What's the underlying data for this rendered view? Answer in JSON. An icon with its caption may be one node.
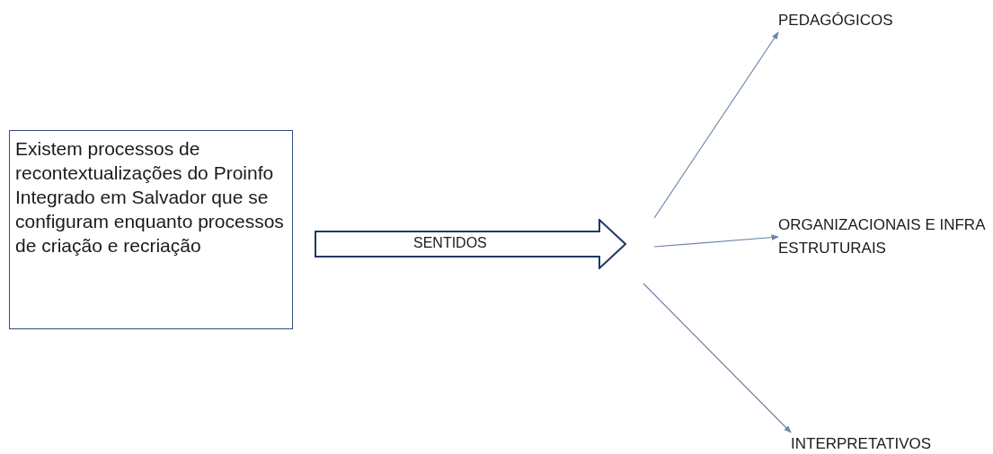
{
  "diagram": {
    "nodes": [
      {
        "text": [
          "Existem processos de recontextualizações do Proinfo Integrado em Salvador que se configuram enquanto processos de criação e recriação"
        ]
      },
      {
        "text": [
          "SENTIDOS"
        ]
      },
      {
        "text": [
          "PEDAGÓGICOS"
        ]
      },
      {
        "text": [
          "ORGANIZACIONAIS E INFRA ESTRUTURAIS"
        ]
      },
      {
        "text": [
          "INTERPRETATIVOS"
        ]
      }
    ],
    "edges": [
      {
        "from": null,
        "to": 2,
        "arrow": "to"
      },
      {
        "from": null,
        "to": 3,
        "arrow": "to"
      },
      {
        "from": null,
        "to": 4,
        "arrow": "to"
      }
    ]
  }
}
